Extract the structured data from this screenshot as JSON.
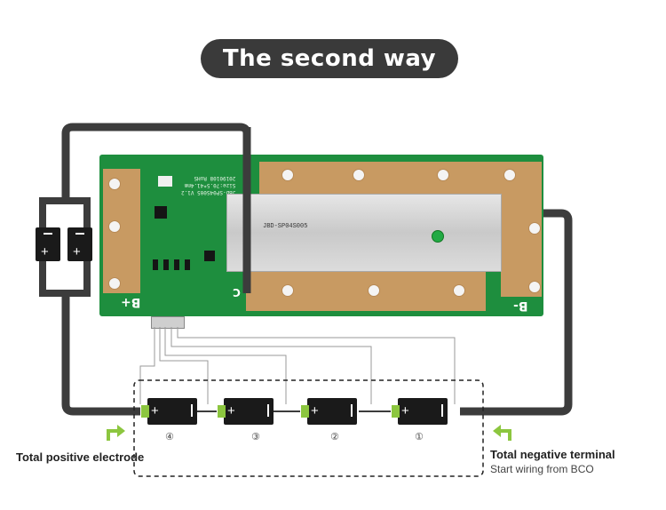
{
  "title": "The second way",
  "board": {
    "b_plus_label": "B+",
    "b_minus_label": "B-",
    "c_label": "C",
    "heatsink_label": "JBD-SP04S005",
    "model_lines": [
      "JBD-SP04S005  V1.2",
      "Size:70.5*41.4mm",
      "20190108  RoHS"
    ]
  },
  "cells": [
    {
      "number": "④",
      "plus": "+"
    },
    {
      "number": "③",
      "plus": "+"
    },
    {
      "number": "②",
      "plus": "+"
    },
    {
      "number": "①",
      "plus": "+"
    }
  ],
  "external_pack": {
    "minus": "−",
    "plus": "+"
  },
  "captions": {
    "positive": "Total positive electrode",
    "negative": "Total negative terminal",
    "negative_sub": "Start wiring from BCO"
  },
  "colors": {
    "pcb": "#1e8e3e",
    "copper": "#c89a62",
    "wire": "#3c3c3c",
    "accent": "#8cc63f"
  }
}
